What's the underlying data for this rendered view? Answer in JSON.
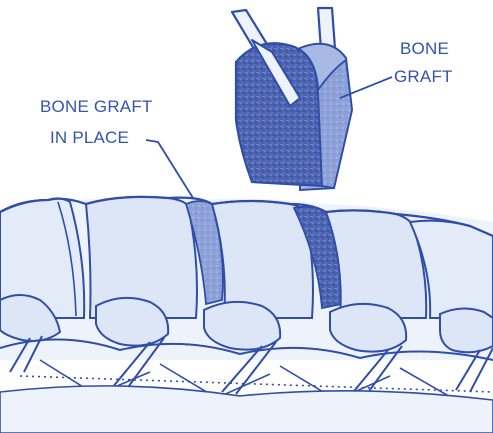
{
  "colors": {
    "line": "#2f4ea8",
    "bone_fill": "#dde6f6",
    "bone_fill_light": "#eef2fb",
    "graft_dark": "#3d56a6",
    "graft_mid": "#6b80c4",
    "graft_light": "#9fb2df",
    "text": "#3553b0",
    "background": "#ffffff"
  },
  "labels": {
    "bone_graft": {
      "line1": "BONE",
      "line2": "GRAFT"
    },
    "bone_graft_in_place": {
      "line1": "BONE GRAFT",
      "line2": "IN PLACE"
    }
  }
}
